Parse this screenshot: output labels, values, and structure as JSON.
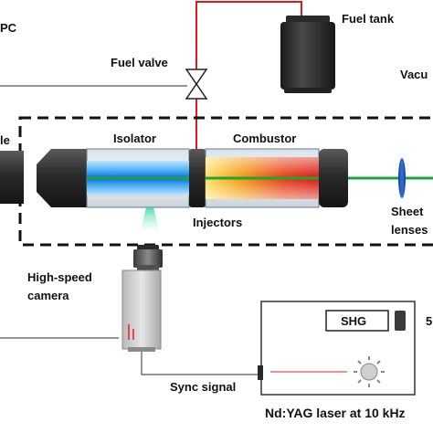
{
  "labels": {
    "pc_fragment": "PC",
    "fuel_tank": "Fuel tank",
    "fuel_valve": "Fuel valve",
    "vacuum_fragment": "Vacu",
    "nozzle_fragment": "le",
    "isolator": "Isolator",
    "combustor": "Combustor",
    "injectors": "Injectors",
    "sheet": "Sheet",
    "lenses_fragment": "lenses",
    "high_speed": "High-speed",
    "camera": "camera",
    "shg": "SHG",
    "output_fragment": "5",
    "sync_signal": "Sync signal",
    "laser": "Nd:YAG laser at 10 kHz"
  },
  "colors": {
    "fuel_line": "#d81c1c",
    "laser_beam": "#1aa63a",
    "isolator_blue": "#1e7fe8",
    "combustor_red": "#e8321e",
    "combustor_yellow": "#f4c21a",
    "dark_body": "#2c2c2c"
  }
}
